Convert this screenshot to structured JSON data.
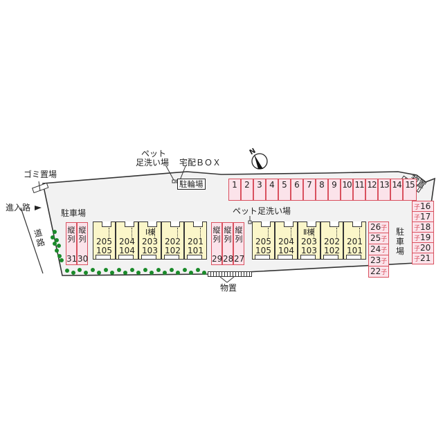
{
  "labels": {
    "garbage": "ゴミ置場",
    "entrance": "進入路",
    "road": "道路",
    "parking_left": "駐車場",
    "pet_wash_top": "ペット",
    "pet_wash_top2": "足洗い場",
    "delivery_box": "宅配ＢＯＸ",
    "bike_parking": "駐輪場",
    "pet_wash_mid": "ペット足洗い場",
    "storage_bottom": "物置",
    "storage_right": "物置",
    "parking_right": "駐車場",
    "compass": "N"
  },
  "top_parking": [
    "1",
    "2",
    "3",
    "4",
    "5",
    "6",
    "7",
    "8",
    "9",
    "10",
    "11",
    "12",
    "13",
    "14",
    "15"
  ],
  "right_parking_col1": [
    {
      "num": "26",
      "mark": "子"
    },
    {
      "num": "25",
      "mark": "子"
    },
    {
      "num": "24",
      "mark": "子"
    },
    {
      "num": "23",
      "mark": "子"
    },
    {
      "num": "22",
      "mark": "子"
    }
  ],
  "right_parking_col2": [
    {
      "num": "16",
      "mark": "子"
    },
    {
      "num": "17",
      "mark": "子"
    },
    {
      "num": "18",
      "mark": "子"
    },
    {
      "num": "19",
      "mark": "子"
    },
    {
      "num": "20",
      "mark": "子"
    },
    {
      "num": "21",
      "mark": "子"
    }
  ],
  "vertical_parking_left": [
    {
      "label": "縦列",
      "num": "31"
    },
    {
      "label": "縦列",
      "num": "30"
    }
  ],
  "vertical_parking_mid": [
    {
      "label": "縦列",
      "num": "29"
    },
    {
      "label": "縦列",
      "num": "28"
    },
    {
      "label": "縦列",
      "num": "27"
    }
  ],
  "building1": {
    "name": "Ⅰ棟",
    "units": [
      {
        "upper": "205",
        "lower": "105"
      },
      {
        "upper": "204",
        "lower": "104"
      },
      {
        "upper": "203",
        "lower": "103"
      },
      {
        "upper": "202",
        "lower": "102"
      },
      {
        "upper": "201",
        "lower": "101"
      }
    ]
  },
  "building2": {
    "name": "Ⅱ棟",
    "units": [
      {
        "upper": "205",
        "lower": "105"
      },
      {
        "upper": "204",
        "lower": "104"
      },
      {
        "upper": "203",
        "lower": "103"
      },
      {
        "upper": "202",
        "lower": "102"
      },
      {
        "upper": "201",
        "lower": "101"
      }
    ]
  },
  "colors": {
    "site_fill": "#f2f2f2",
    "parking_fill": "#fbe3ea",
    "parking_border": "#d9505e",
    "building_fill": "#fbf6c9",
    "tree": "#1a8a2a"
  }
}
